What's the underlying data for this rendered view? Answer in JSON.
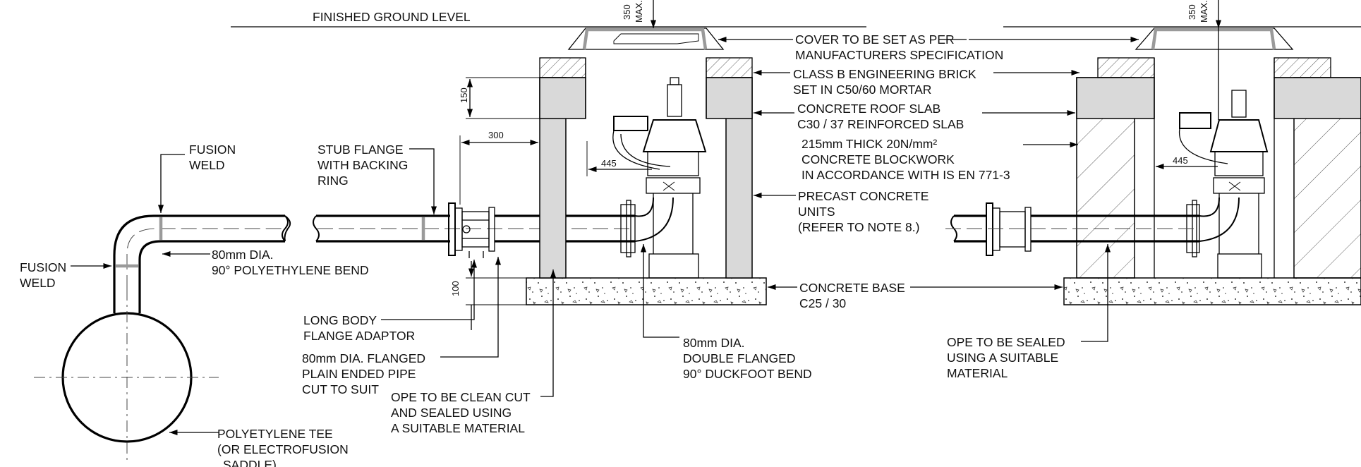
{
  "labels": {
    "finished_ground_level": "FINISHED GROUND LEVEL",
    "fusion_weld_top": [
      "FUSION",
      "WELD"
    ],
    "fusion_weld_left": [
      "FUSION",
      "WELD"
    ],
    "stub_flange": [
      "STUB FLANGE",
      "WITH BACKING",
      "RING"
    ],
    "pe_bend": [
      "80mm DIA.",
      "90° POLYETHYLENE BEND"
    ],
    "long_body": [
      "LONG BODY",
      "FLANGE ADAPTOR"
    ],
    "flanged_pipe": [
      "80mm DIA. FLANGED",
      "PLAIN ENDED PIPE",
      "CUT TO SUIT"
    ],
    "ope_clean": [
      "OPE TO BE CLEAN CUT",
      "AND SEALED USING",
      "A SUITABLE MATERIAL"
    ],
    "pe_tee": [
      "POLYETYLENE TEE",
      "(OR ELECTROFUSION",
      "SADDLE)"
    ],
    "duckfoot": [
      "80mm DIA.",
      "DOUBLE FLANGED",
      "90° DUCKFOOT BEND"
    ],
    "cover": [
      "COVER TO BE SET AS PER",
      "MANUFACTURERS SPECIFICATION"
    ],
    "brick": [
      "CLASS B ENGINEERING BRICK",
      "SET IN C50/60 MORTAR"
    ],
    "roof_slab": [
      "CONCRETE ROOF SLAB",
      "C30 / 37 REINFORCED SLAB"
    ],
    "blockwork": [
      "215mm THICK 20N/mm²",
      "CONCRETE BLOCKWORK",
      "IN ACCORDANCE WITH IS EN 771-3"
    ],
    "precast": [
      "PRECAST CONCRETE",
      "UNITS",
      "(REFER TO NOTE 8.)"
    ],
    "base": [
      "CONCRETE BASE",
      "C25 / 30"
    ],
    "ope_sealed": [
      "OPE TO BE SEALED",
      "USING A SUITABLE",
      "MATERIAL"
    ]
  },
  "dimensions": {
    "d350_left": [
      "350",
      "MAX."
    ],
    "d350_right": [
      "350",
      "MAX."
    ],
    "d150": "150",
    "d300": "300",
    "d445_left": "445",
    "d445_right": "445",
    "d100": "100"
  },
  "colors": {
    "line": "#000000",
    "wall_fill": "#d9d9d9",
    "grey_cover": "#9a9a9a",
    "hatch": "#555555"
  }
}
